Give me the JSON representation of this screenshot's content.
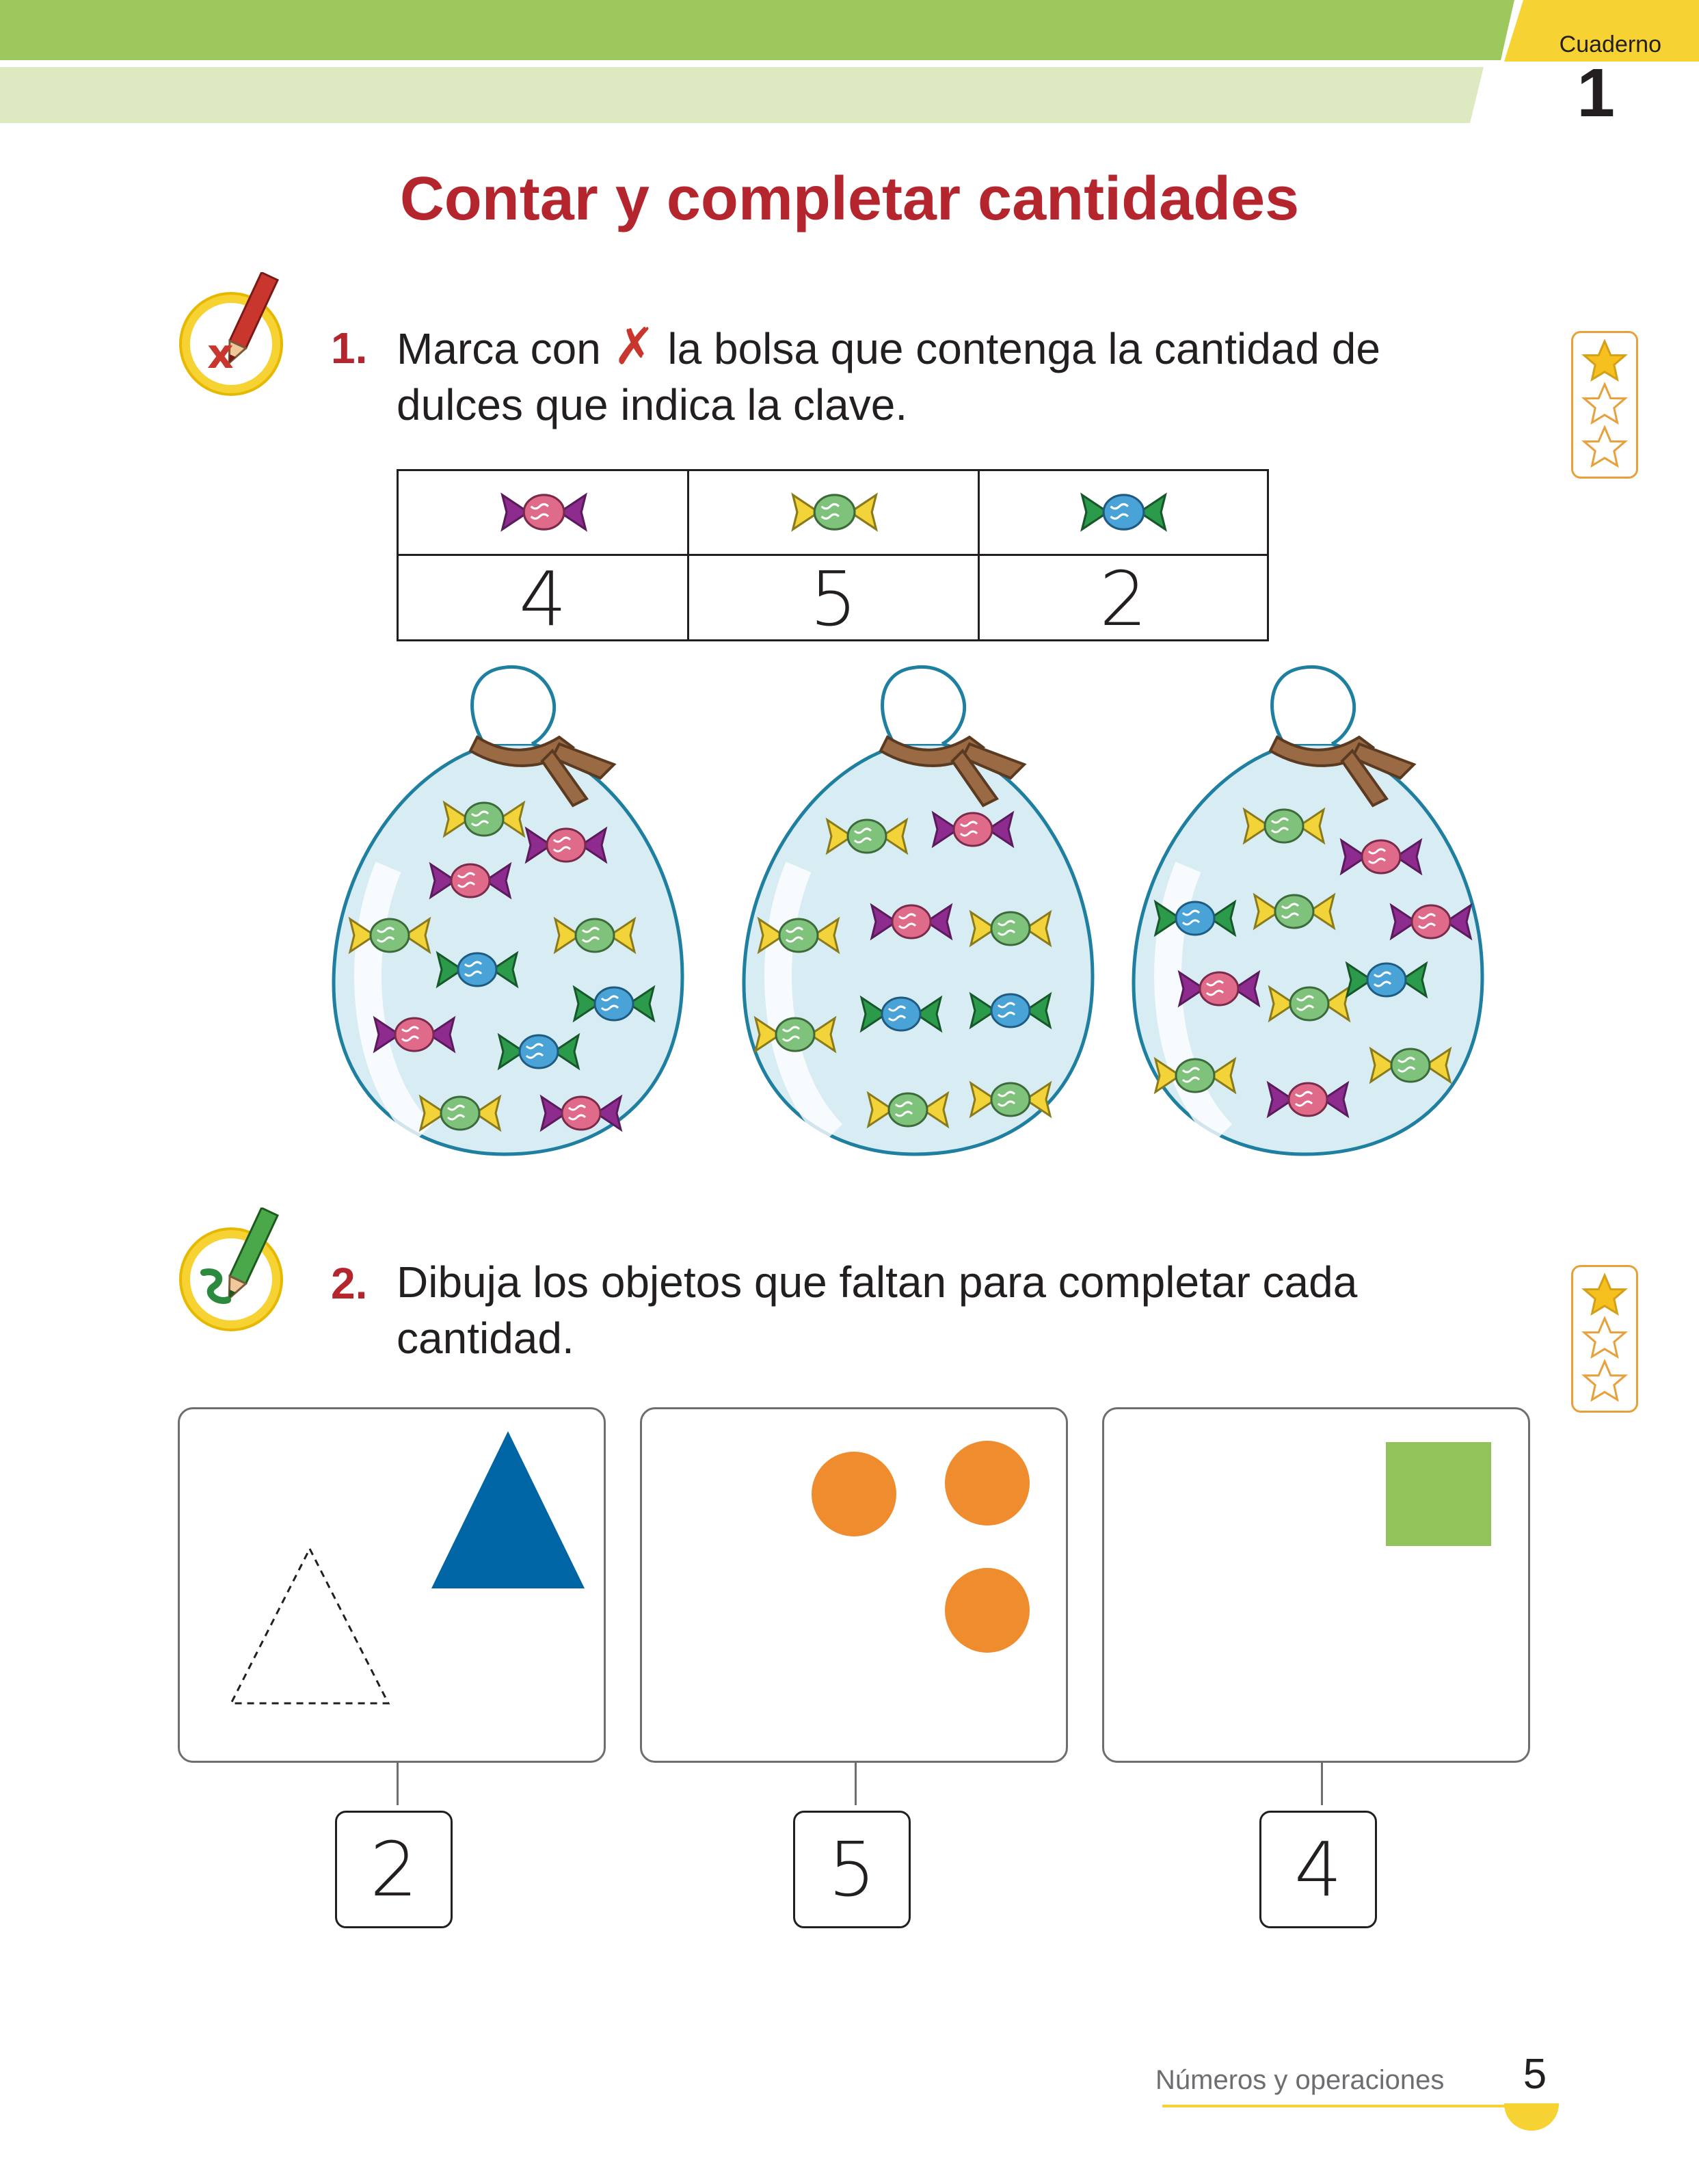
{
  "header": {
    "cuaderno_label": "Cuaderno",
    "cuaderno_number": "1",
    "colors": {
      "green_dark": "#9dc85e",
      "green_light": "#dde9c0",
      "yellow": "#f6d233"
    }
  },
  "title": "Contar y completar cantidades",
  "exercise1": {
    "number": "1.",
    "text_before": "Marca con",
    "mark_symbol": "✗",
    "text_after": " la bolsa que contenga la cantidad de",
    "text_line2": "dulces que indica la clave.",
    "icon": "pencil-x-icon",
    "rating_icon": "star-rating-icon",
    "key": [
      {
        "candy": "purple-pink-candy-icon",
        "count": "4"
      },
      {
        "candy": "yellow-green-candy-icon",
        "count": "5"
      },
      {
        "candy": "green-blue-candy-icon",
        "count": "2"
      }
    ],
    "bags": [
      "candy-bag-icon",
      "candy-bag-icon",
      "candy-bag-icon"
    ]
  },
  "exercise2": {
    "number": "2.",
    "text_line1": "Dibuja los objetos que faltan para completar cada",
    "text_line2": "cantidad.",
    "icon": "pencil-draw-icon",
    "rating_icon": "star-rating-icon",
    "boxes": [
      {
        "shape": "triangle-icon",
        "color": "#0065a4",
        "count": "2"
      },
      {
        "shape": "circle-icon",
        "color": "#ee8c2e",
        "count": "5"
      },
      {
        "shape": "square-icon",
        "color": "#92c25a",
        "count": "4"
      }
    ]
  },
  "footer": {
    "section": "Números y operaciones",
    "page": "5"
  }
}
